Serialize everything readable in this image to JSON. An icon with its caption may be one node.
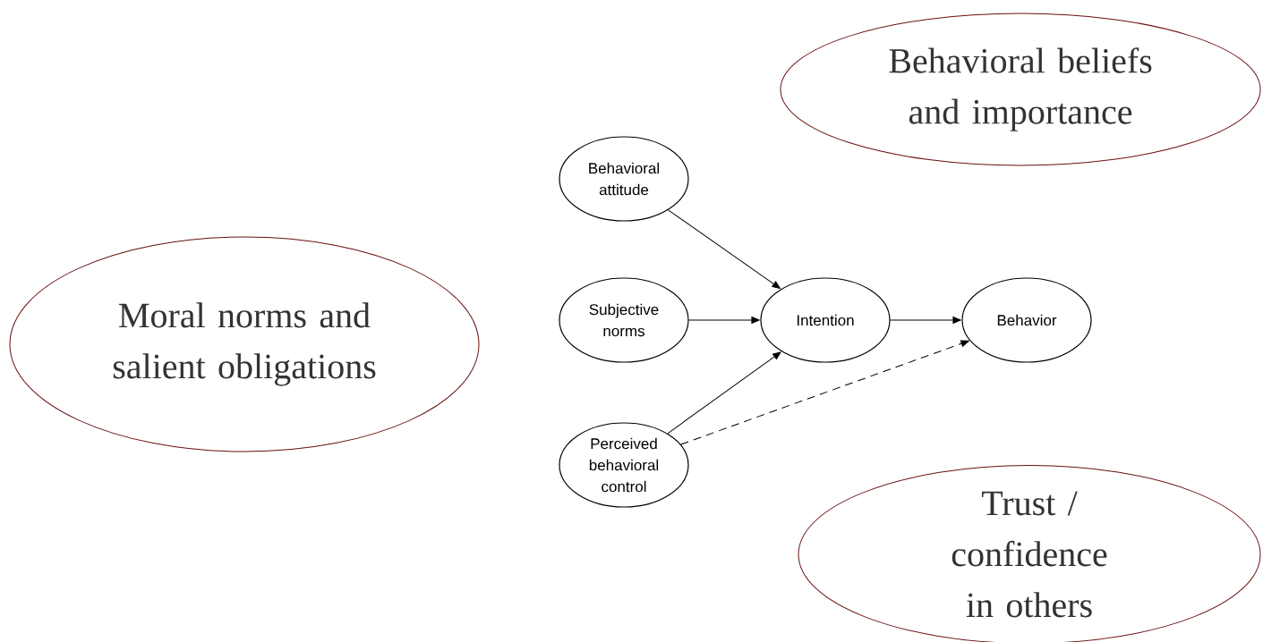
{
  "diagram": {
    "nodes": [
      {
        "text": [
          "Behavioral beliefs and importance"
        ]
      },
      {
        "text": [
          "Behavioral attitude"
        ]
      },
      {
        "text": [
          "Moral norms and salient obligations"
        ]
      },
      {
        "text": [
          "Subjective norms"
        ]
      },
      {
        "text": [
          "Intention"
        ]
      },
      {
        "text": [
          "Behavior"
        ]
      },
      {
        "text": [
          "Perceived behavioral control"
        ]
      },
      {
        "text": [
          "Trust / confidence in others"
        ]
      }
    ],
    "edges": [
      {
        "from": 1,
        "to": 4,
        "arrow": "to"
      },
      {
        "from": 3,
        "to": 4,
        "arrow": "to"
      },
      {
        "from": 6,
        "to": 4,
        "arrow": "to"
      },
      {
        "from": 4,
        "to": 5,
        "arrow": "to"
      },
      {
        "from": 6,
        "to": 5,
        "arrow": "to",
        "style": "dashed"
      }
    ]
  }
}
